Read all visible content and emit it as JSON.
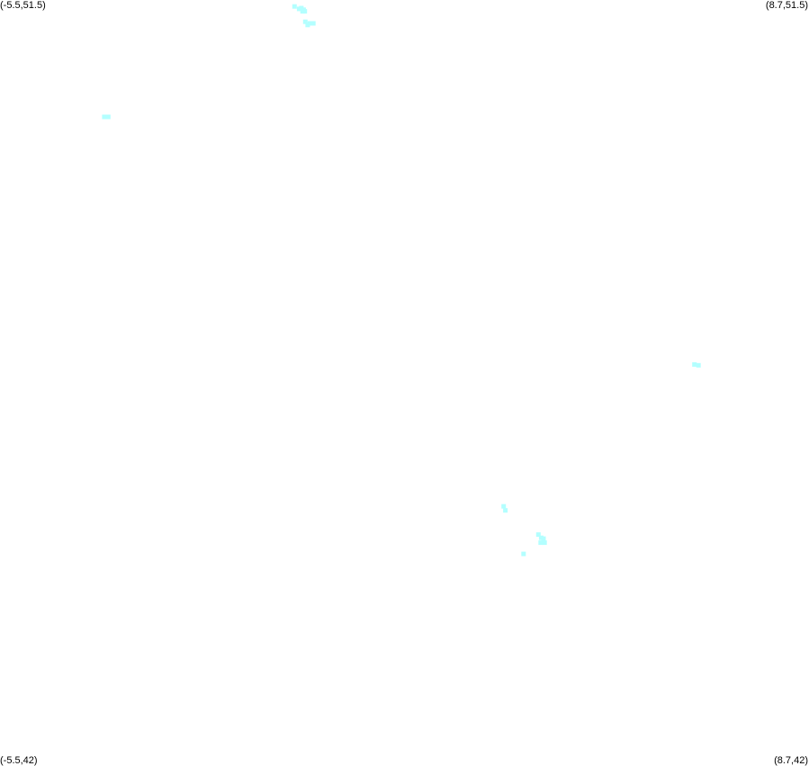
{
  "corners": {
    "top_left": "(-5.5,51.5)",
    "top_right": "(8.7,51.5)",
    "bottom_left": "(-5.5,42)",
    "bottom_right": "(8.7,42)"
  },
  "extent": {
    "lon_min": -5.5,
    "lon_max": 8.7,
    "lat_min": 42,
    "lat_max": 51.5
  },
  "point_color": "#b3ffff",
  "points": [
    {
      "lon": -0.33,
      "lat": 51.42
    },
    {
      "lon": -0.25,
      "lat": 51.39
    },
    {
      "lon": -0.19,
      "lat": 51.36
    },
    {
      "lon": -0.21,
      "lat": 51.4
    },
    {
      "lon": -0.17,
      "lat": 51.38
    },
    {
      "lon": -0.15,
      "lat": 51.36
    },
    {
      "lon": -0.14,
      "lat": 51.23
    },
    {
      "lon": -0.1,
      "lat": 51.19
    },
    {
      "lon": -0.06,
      "lat": 51.21
    },
    {
      "lon": 0.0,
      "lat": 51.21
    },
    {
      "lon": -3.67,
      "lat": 50.05
    },
    {
      "lon": -3.6,
      "lat": 50.05
    },
    {
      "lon": 6.69,
      "lat": 46.98
    },
    {
      "lon": 6.76,
      "lat": 46.97
    },
    {
      "lon": 3.34,
      "lat": 45.22
    },
    {
      "lon": 3.37,
      "lat": 45.17
    },
    {
      "lon": 3.95,
      "lat": 44.87
    },
    {
      "lon": 4.0,
      "lat": 44.83
    },
    {
      "lon": 4.04,
      "lat": 44.82
    },
    {
      "lon": 3.99,
      "lat": 44.77
    },
    {
      "lon": 4.06,
      "lat": 44.77
    },
    {
      "lon": 3.69,
      "lat": 44.63
    }
  ]
}
